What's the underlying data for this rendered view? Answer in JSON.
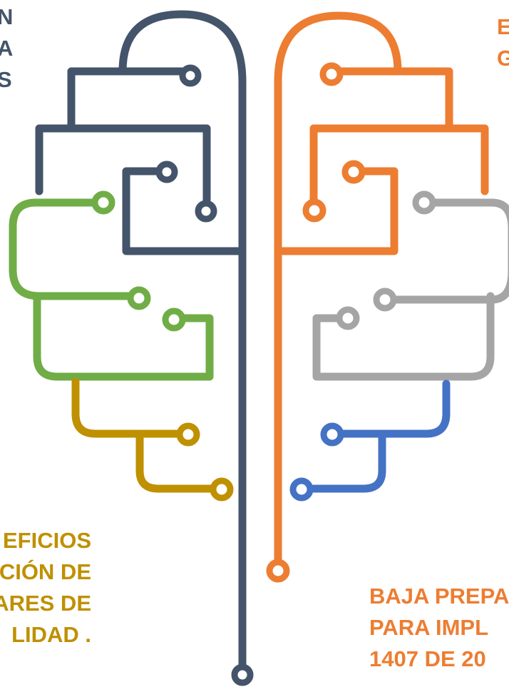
{
  "colors": {
    "slate": "#44546a",
    "orange": "#ed7d31",
    "green": "#70ad47",
    "gold": "#bf9000",
    "gray": "#a5a5a5",
    "blue": "#4472c4"
  },
  "text_blocks": {
    "top_left": [
      "N",
      "A",
      "S"
    ],
    "top_right": [
      "E",
      "G"
    ],
    "bottom_left": [
      "EFICIOS",
      "CIÓN DE",
      "ARES DE",
      "LIDAD ."
    ],
    "bottom_right": [
      "BAJA PREPA",
      "PARA IMPL",
      "1407 DE 20"
    ]
  }
}
